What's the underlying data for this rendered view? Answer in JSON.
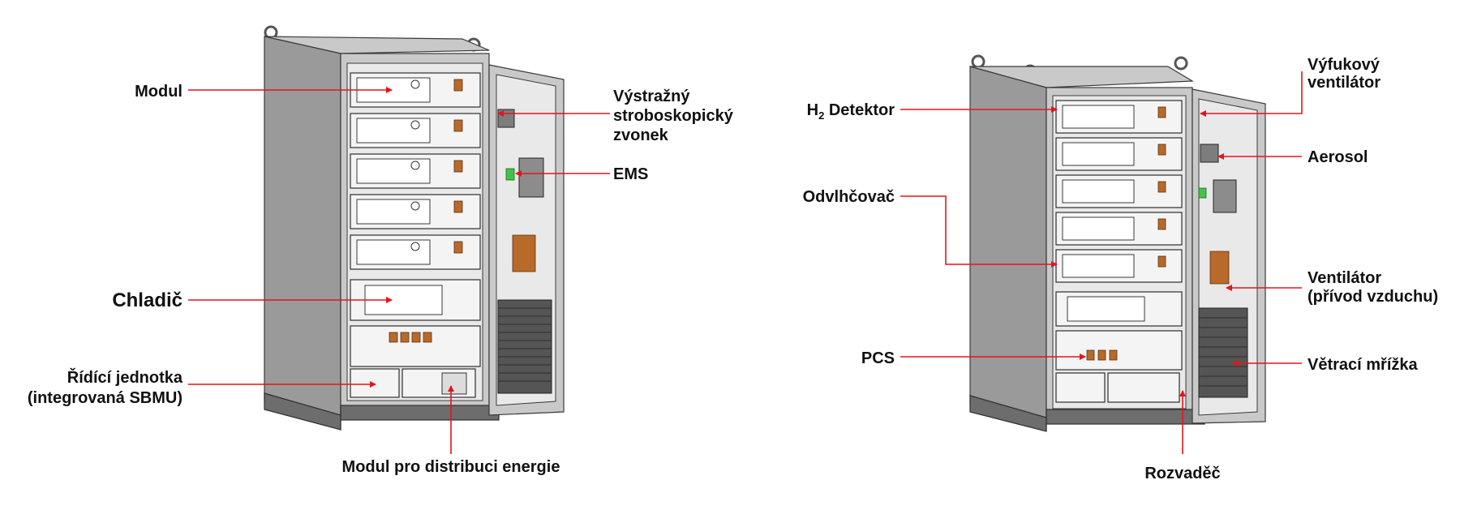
{
  "colors": {
    "leader": "#e5141b",
    "text": "#111111",
    "steel": "#9a9a9a",
    "panel_green": "#43c24a",
    "panel_copper": "#b86a2a"
  },
  "left_cabinet": {
    "labels": {
      "modul": "Modul",
      "chladic": "Chladič",
      "ridici_line1": "Řídící jednotka",
      "ridici_line2": "(integrovaná SBMU)",
      "distribuce": "Modul pro distribuci energie",
      "vystrazny_line1": "Výstražný",
      "vystrazny_line2": "stroboskopický",
      "vystrazny_line3": "zvonek",
      "ems": "EMS"
    }
  },
  "right_cabinet": {
    "labels": {
      "detektor_h": "H",
      "detektor_sub": "2",
      "detektor_rest": " Detektor",
      "odvlhcovac": "Odvlhčovač",
      "pcs": "PCS",
      "rozvadec": "Rozvaděč",
      "vyfukovy_line1": "Výfukový",
      "vyfukovy_line2": "ventilátor",
      "aerosol": "Aerosol",
      "ventilator_line1": "Ventilátor",
      "ventilator_line2": "(přívod vzduchu)",
      "vetraci": "Větrací mřížka"
    }
  }
}
